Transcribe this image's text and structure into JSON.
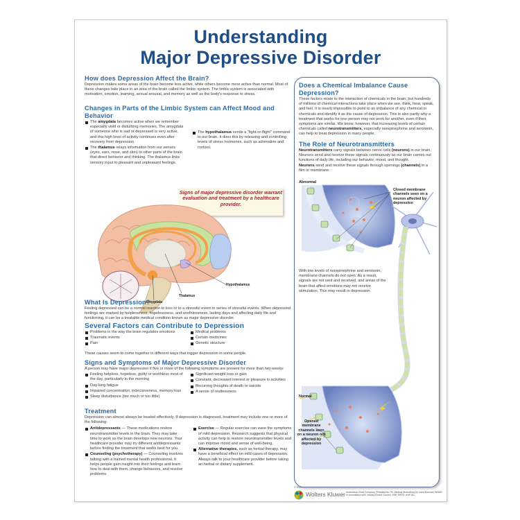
{
  "title": {
    "line1": "Understanding",
    "line2": "Major Depressive Disorder"
  },
  "brain_section": {
    "heading": "How does Depression Affect the Brain?",
    "body": "Depression makes some areas of the brain become less active, while others become more active than normal. Most of these changes take place in an area of the brain called the limbic system. The limbic system is associated with motivation, emotion, learning, sexual arousal, and memory as well as the body's response to stress."
  },
  "limbic_section": {
    "heading": "Changes in Parts of the Limbic System can Affect Mood and Behavior",
    "items": [
      {
        "term": "amygdala",
        "prefix": "The ",
        "text": " becomes active when we remember especially vivid or disturbing memories. The amygdala of someone who is sad or depressed is very active, and this high level of activity continues even after recovery from depression."
      },
      {
        "term": "thalamus",
        "prefix": "The ",
        "text": " relays information from our senses (eyes, ears, nose, and skin) to other parts of the brain that direct behavior and thinking. The thalamus links sensory input to pleasant and unpleasant feelings."
      },
      {
        "term": "hypothalamus",
        "prefix": "The ",
        "text": " sends a \"fight-or-flight\" command to our brain. It does this by releasing and controlling levels of stress hormones, such as adrenaline and cortisol."
      }
    ]
  },
  "callout": "Signs of major depressive disorder warrant evaluation and treatment by a healthcare provider.",
  "brain_labels": {
    "hypothalamus": "Hypothalamus",
    "thalamus": "Thalamus",
    "amygdala": "Amygdala"
  },
  "what_is": {
    "heading": "What Is Depression?",
    "body": "Feeling depressed can be a normal reaction to loss or to a stressful event or series of stressful events. When depressed feelings are marked by helplessness, hopelessness, and worthlessness, lasting days and affecting daily life and functioning, it can be a treatable medical condition known as major depressive disorder."
  },
  "factors": {
    "heading": "Several Factors can Contribute to Depression",
    "left": [
      "Problems in the way the brain regulates emotions",
      "Traumatic events",
      "Pain"
    ],
    "right": [
      "Medical problems",
      "Certain medicines",
      "Genetic structure"
    ],
    "note": "These causes seem to come together in different ways that trigger depression in some people."
  },
  "symptoms": {
    "heading": "Signs and Symptoms of Major Depressive Disorder",
    "intro": "A person may have major depression if five or more of the following symptoms are present for more than two weeks:",
    "left": [
      "Feeling helpless, hopeless, guilty or worthless most of the day, particularly in the morning",
      "Day-long fatigue",
      "Impaired concentration, indecisiveness, memory loss",
      "Sleep disturbance (too much or too little)"
    ],
    "right": [
      "Significant weight loss or gain",
      "Constant, decreased interest or pleasure in activities",
      "Recurring thoughts of death or suicide",
      "A sense of restlessness"
    ]
  },
  "treatment": {
    "heading": "Treatment",
    "intro": "Depression can almost always be treated effectively. If depression is diagnosed, treatment may include one or more of the following:",
    "items": [
      {
        "term": "Antidepressants",
        "text": " — These medications restore neurotransmitter levels in the brain. They may take time to work as the brain develops new neurons. Your healthcare provider may try different antidepressants before finding the treatment that works best for you."
      },
      {
        "term": "Counseling (psychotherapy)",
        "text": " — Counseling involves talking with a trained mental health professional. It helps people gain insight into their feelings and learn how to deal with them, change behaviors, and resolve problems."
      },
      {
        "term": "Exercise",
        "text": " — Regular exercise can ease the symptoms of mild depression. Research suggests that physical activity can help to restore neurotransmitter levels and can improve mood and sense of well-being."
      },
      {
        "term": "Alternative therapies,",
        "text": " such as herbal therapy, may have a beneficial effect on mild cases of depression. Always talk to your healthcare provider before taking an herbal or dietary supplement."
      }
    ]
  },
  "chemical": {
    "heading": "Does a Chemical Imbalance Cause Depression?",
    "body_pre": "These factors relate to the interaction of chemicals in the brain, but hundreds of millions of chemical interactions take place when we see, think, hear, speak, and feel. It is nearly impossible to point to an imbalance of any chemical or chemicals and identify it as the cause of depression. This is also partly why a treatment that works for one person may not work for another, even if their symptoms are similar. We know, however, that increasing levels of certain chemicals called ",
    "body_term": "neurotransmitters,",
    "body_post": " especially norepinephrine and serotonin, can help to treat depression in many people."
  },
  "neurotransmitters": {
    "heading": "The Role of Neurotransmitters",
    "p1_term": "Neurotransmitters",
    "p1_mid": " carry signals between nerve cells ",
    "p1_term2": "(neurons)",
    "p1_post": " in our brain. Neurons send and receive these signals continuously as our brain carries out functions of daily life, including our behavior, mood, and thought.",
    "p2_term": "Neurons",
    "p2_mid": " send and receive these signals through openings ",
    "p2_term2": "(channels)",
    "p2_post": " in a film or membrane."
  },
  "neuron_figure": {
    "abnormal_label": "Abnormal",
    "closed_label": "Closed membrane channels seen on a neuron affected by depression",
    "low_levels_text": "With low levels of norepinephrine and serotonin, membrane channels do not open. As a result, signals are not sent and received, and areas of the brain that affect emotions may not receive stimulation. This may result in depression.",
    "normal_label": "Normal",
    "opened_label": "Opened membrane channels seen on a neuron not affected by depression"
  },
  "footer": {
    "copyright": "© 2019",
    "publisher": "Wolters Kluwer",
    "credits": "Anatomical Chart Company, Philadelphia, PA. Medical illustrations by Liana Bauman, MAMS. In consultation with Jessica Ehardt Cornish, DNP, MPPA, ANP-BC."
  },
  "colors": {
    "title": "#1f4e86",
    "heading": "#2a6aa8",
    "callout_text": "#a0283a",
    "callout_bg": "#fdf8e4",
    "panel_border": "#5a6b9a"
  }
}
